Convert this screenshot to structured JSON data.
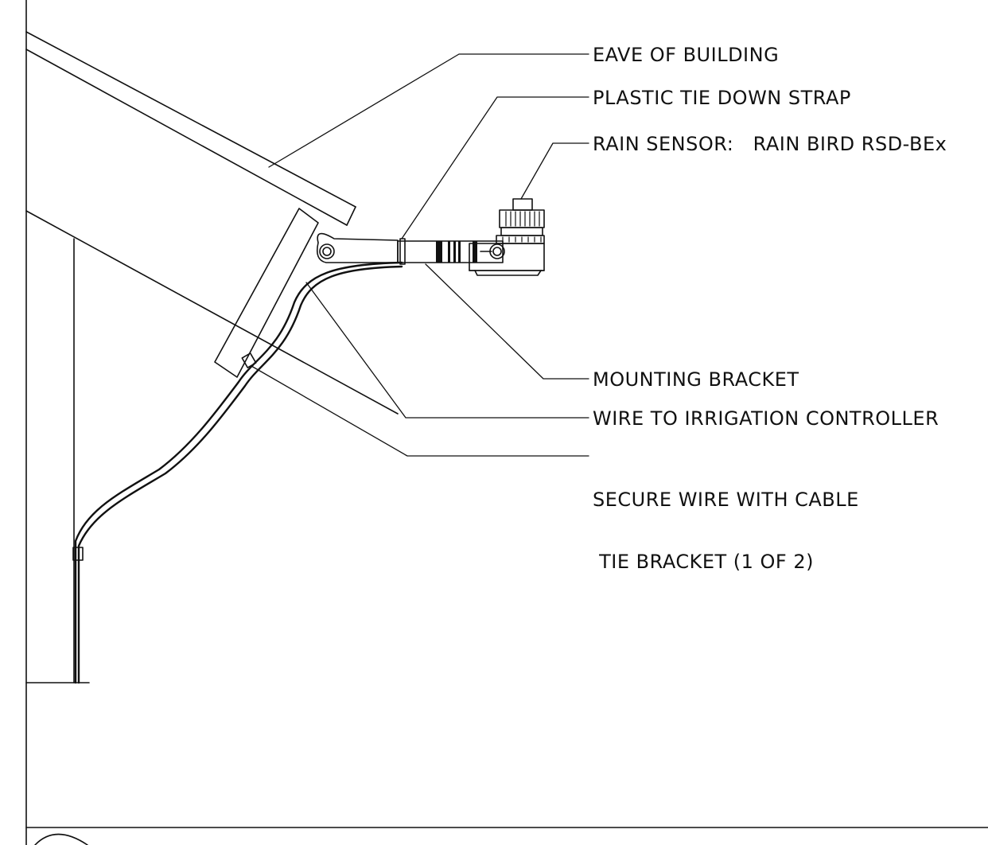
{
  "callouts": {
    "eave": "EAVE OF BUILDING",
    "strap": "PLASTIC TIE DOWN STRAP",
    "sensor": "RAIN SENSOR:   RAIN BIRD RSD-BEx",
    "bracket": "MOUNTING BRACKET",
    "wire": "WIRE TO IRRIGATION CONTROLLER",
    "cable_tie_line1": "SECURE WIRE WITH CABLE",
    "cable_tie_line2": " TIE BRACKET (1 OF 2)"
  },
  "colors": {
    "ink": "#111111",
    "paper": "#ffffff"
  }
}
